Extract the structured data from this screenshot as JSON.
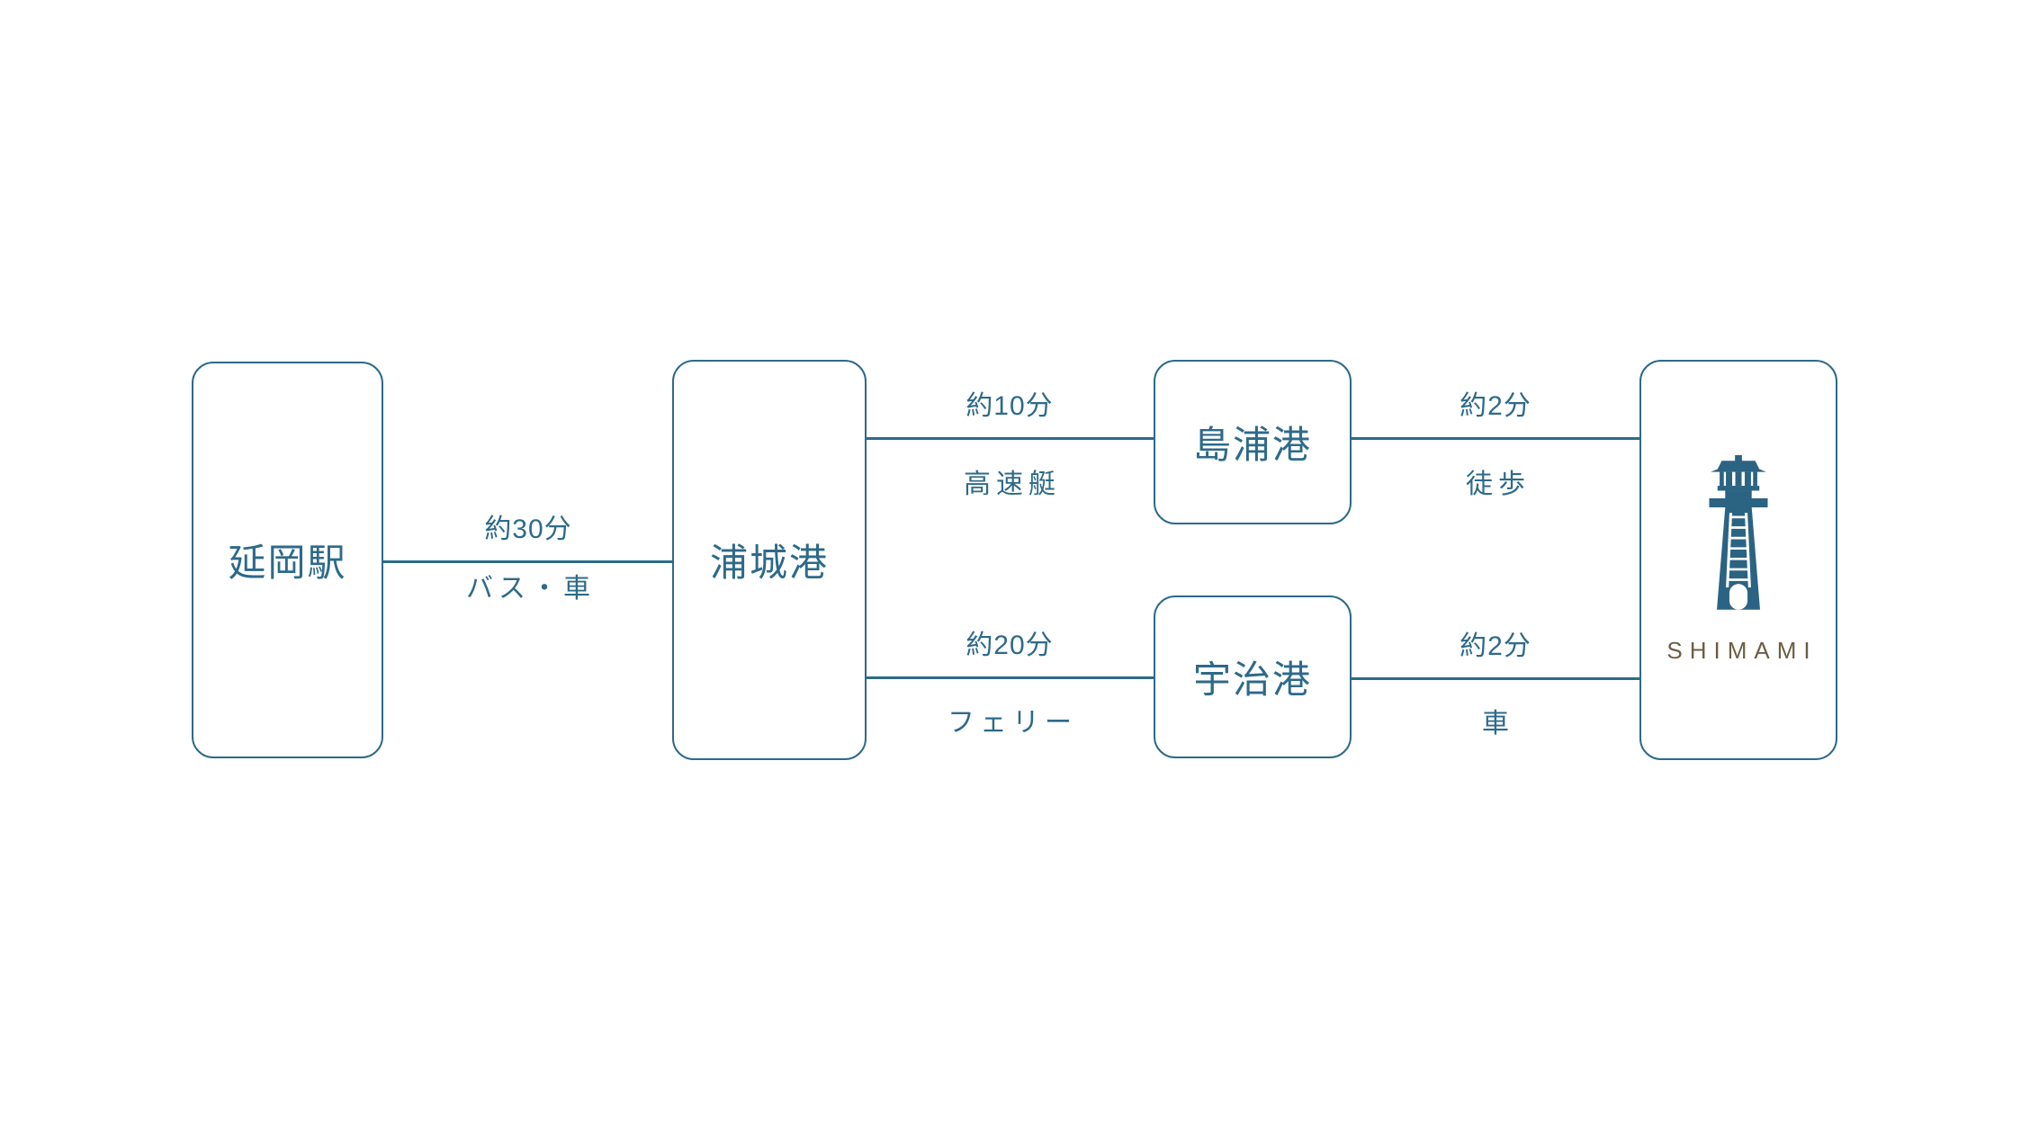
{
  "diagram": {
    "title": "access-route-diagram",
    "nodes": [
      {
        "id": "nobeoka",
        "label": "延岡駅"
      },
      {
        "id": "urashiro",
        "label": "浦城港"
      },
      {
        "id": "shimaura",
        "label": "島浦港"
      },
      {
        "id": "uji",
        "label": "宇治港"
      },
      {
        "id": "shimami",
        "label": "SHIMAMI",
        "icon": "lighthouse-icon"
      }
    ],
    "edges": [
      {
        "from": "延岡駅",
        "to": "浦城港",
        "duration": "約30分",
        "mode": "バス・車"
      },
      {
        "from": "浦城港",
        "to": "島浦港",
        "duration": "約10分",
        "mode": "高速艇"
      },
      {
        "from": "浦城港",
        "to": "宇治港",
        "duration": "約20分",
        "mode": "フェリー"
      },
      {
        "from": "島浦港",
        "to": "SHIMAMI",
        "duration": "約2分",
        "mode": "徒歩"
      },
      {
        "from": "宇治港",
        "to": "SHIMAMI",
        "duration": "約2分",
        "mode": "車"
      }
    ],
    "brand": {
      "wordmark": "SHIMAMI"
    },
    "colors": {
      "line": "#2d6a8a",
      "text": "#2d6a8a",
      "lighthouse": "#2b6383",
      "wordmark": "#6b5e41",
      "background": "#ffffff"
    }
  }
}
